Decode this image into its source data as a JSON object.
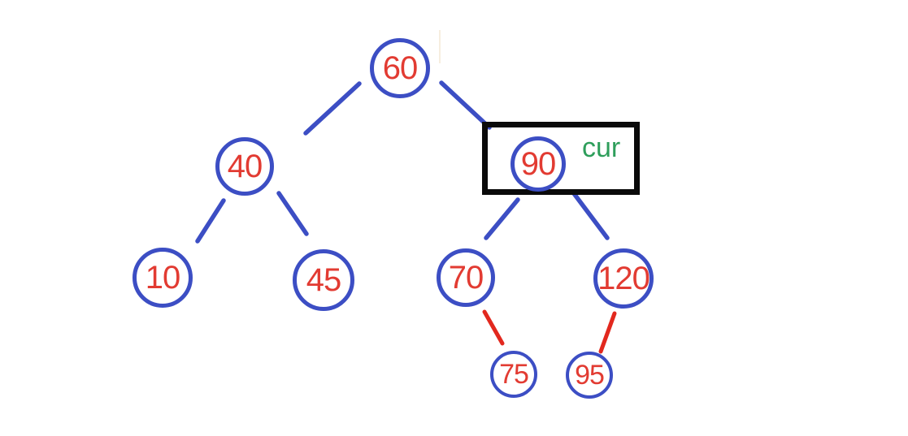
{
  "tree": {
    "cursor_label": "cur",
    "highlighted_node": "90",
    "nodes": [
      {
        "value": "60"
      },
      {
        "value": "40"
      },
      {
        "value": "90"
      },
      {
        "value": "10"
      },
      {
        "value": "45"
      },
      {
        "value": "70"
      },
      {
        "value": "120"
      },
      {
        "value": "75"
      },
      {
        "value": "95"
      }
    ],
    "edges": [
      {
        "from": "60",
        "to": "40",
        "color": "blue"
      },
      {
        "from": "60",
        "to": "90",
        "color": "blue"
      },
      {
        "from": "40",
        "to": "10",
        "color": "blue"
      },
      {
        "from": "40",
        "to": "45",
        "color": "blue"
      },
      {
        "from": "90",
        "to": "70",
        "color": "blue"
      },
      {
        "from": "90",
        "to": "120",
        "color": "blue"
      },
      {
        "from": "70",
        "to": "75",
        "color": "red"
      },
      {
        "from": "120",
        "to": "95",
        "color": "red"
      }
    ]
  },
  "colors": {
    "node_stroke": "#3c4ec4",
    "node_value": "#e23b32",
    "edge_blue": "#3c4ec4",
    "edge_red": "#e2281e",
    "cursor_label": "#2e9e5b",
    "highlight_box": "#0a0a0a",
    "background": "#ffffff"
  }
}
